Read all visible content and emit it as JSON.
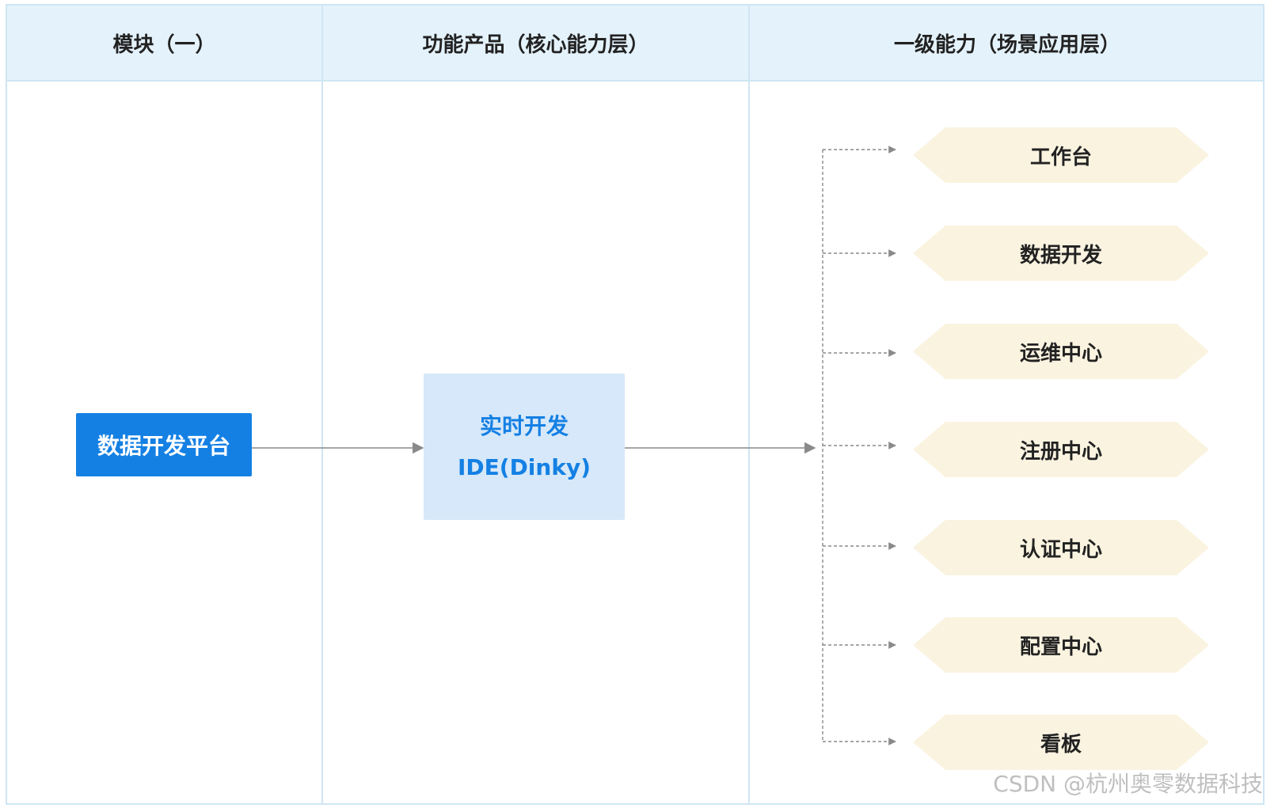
{
  "headers": {
    "col1": "模块（一）",
    "col2": "功能产品（核心能力层）",
    "col3": "一级能力（场景应用层）"
  },
  "module": {
    "label": "数据开发平台"
  },
  "product": {
    "line1": "实时开发",
    "line2": "IDE(Dinky)"
  },
  "capabilities": [
    {
      "label": "工作台"
    },
    {
      "label": "数据开发"
    },
    {
      "label": "运维中心"
    },
    {
      "label": "注册中心"
    },
    {
      "label": "认证中心"
    },
    {
      "label": "配置中心"
    },
    {
      "label": "看板"
    }
  ],
  "colors": {
    "header_bg": "#e4f2fb",
    "border": "#cfe6f4",
    "module_fill": "#1480e4",
    "product_fill": "#d6e8f9",
    "product_text": "#1480e4",
    "capability_fill": "#faf3e0",
    "connector": "#8a8a8a"
  },
  "watermark": "CSDN @杭州奥零数据科技"
}
